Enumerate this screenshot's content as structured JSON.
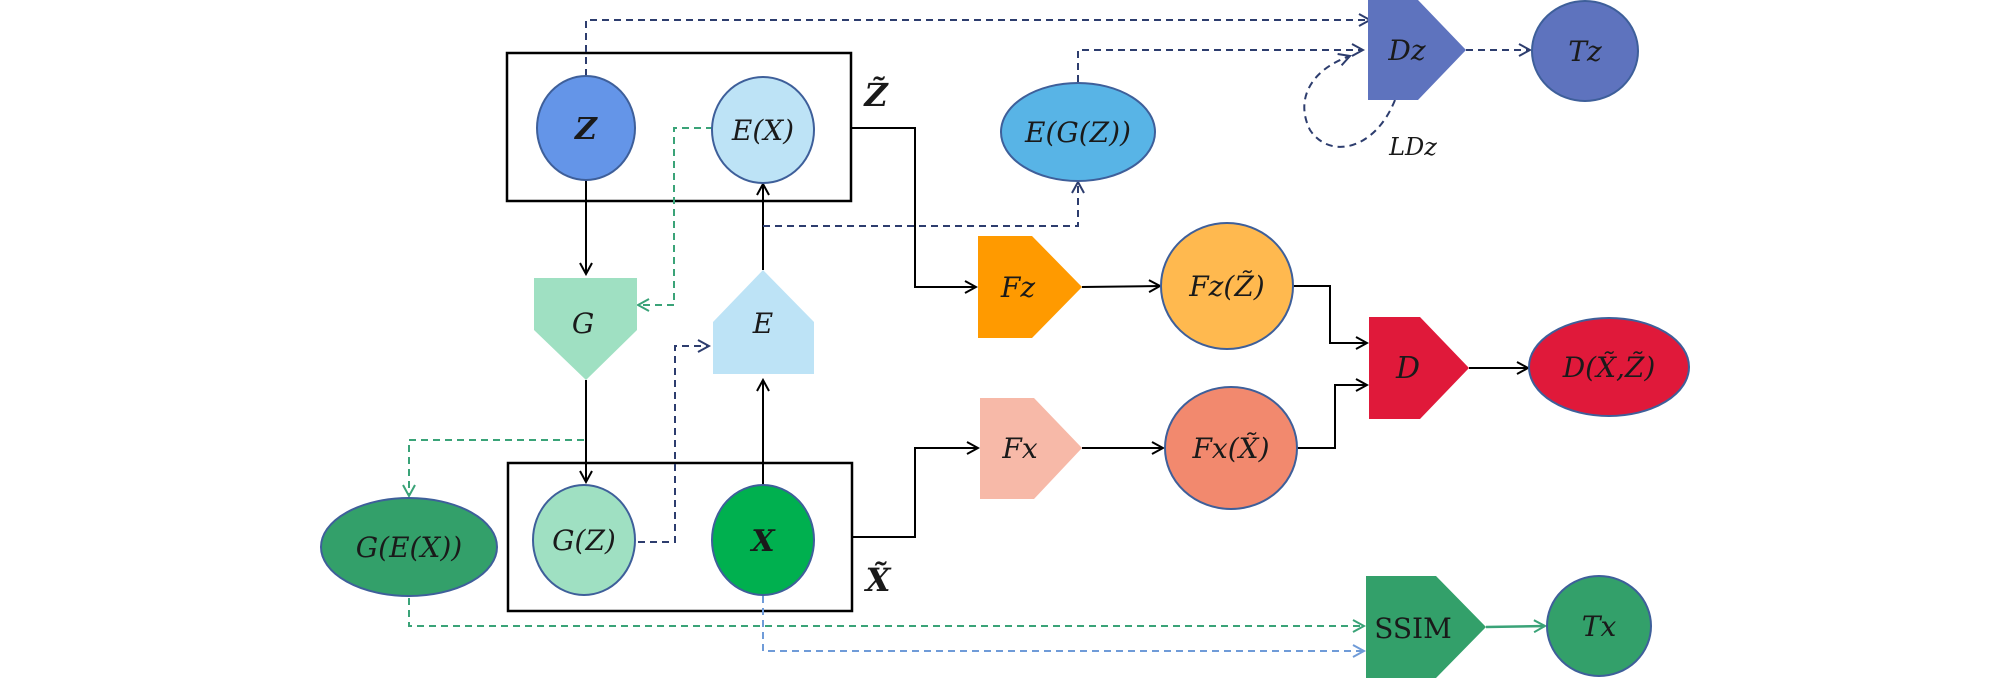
{
  "nodes": {
    "z": {
      "text": "Z"
    },
    "ex": {
      "text": "E(X)"
    },
    "g": {
      "text": "G"
    },
    "e": {
      "text": "E"
    },
    "gz": {
      "text": "G(Z)"
    },
    "x": {
      "text": "X"
    },
    "gex": {
      "text": "G(E(X))"
    },
    "egz": {
      "text": "E(G(Z))"
    },
    "fz": {
      "text": "Fz"
    },
    "fzz": {
      "text": "Fz(Z̃)"
    },
    "fx": {
      "text": "Fx"
    },
    "fxx": {
      "text": "Fx(X̃)"
    },
    "d": {
      "text": "D"
    },
    "dxz": {
      "text": "D(X̃,Z̃)"
    },
    "dz": {
      "text": "Dz"
    },
    "tz": {
      "text": "Tz"
    },
    "ssim": {
      "text": "SSIM"
    },
    "tx": {
      "text": "Tx"
    }
  },
  "labels": {
    "ztilde": "Z̃",
    "xtilde": "X̃",
    "ldz": "LDz"
  },
  "colors": {
    "blue": "#6495e8",
    "light_blue": "#bde3f6",
    "mid_blue": "#58b4e6",
    "mint": "#9fe0c2",
    "green": "#00b04f",
    "dark_green": "#33a06a",
    "orange": "#ff9a00",
    "light_orange": "#ffb94f",
    "salmon": "#f7b9a8",
    "coral": "#f2896e",
    "red": "#e0193a",
    "slate": "#5e73be",
    "dashed_navy": "#2d3d6e",
    "dashed_green": "#3aa378",
    "dashed_lightblue": "#6f9bd8"
  }
}
